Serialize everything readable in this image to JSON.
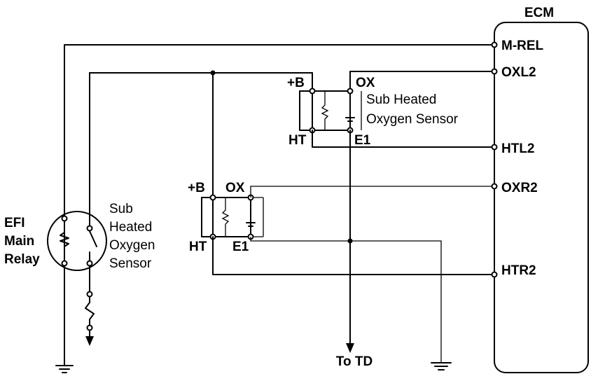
{
  "ecm": {
    "title": "ECM",
    "pins": [
      "M-REL",
      "OXL2",
      "HTL2",
      "OXR2",
      "HTR2"
    ]
  },
  "sensor_top": {
    "plus_b": "+B",
    "ox": "OX",
    "ht": "HT",
    "e1": "E1",
    "name_line1": "Sub Heated",
    "name_line2": "Oxygen Sensor"
  },
  "sensor_bottom": {
    "plus_b": "+B",
    "ox": "OX",
    "ht": "HT",
    "e1": "E1",
    "name_line1": "Sub",
    "name_line2": "Heated",
    "name_line3": "Oxygen",
    "name_line4": "Sensor"
  },
  "relay": {
    "line1": "EFI",
    "line2": "Main",
    "line3": "Relay"
  },
  "to_td": "To TD"
}
